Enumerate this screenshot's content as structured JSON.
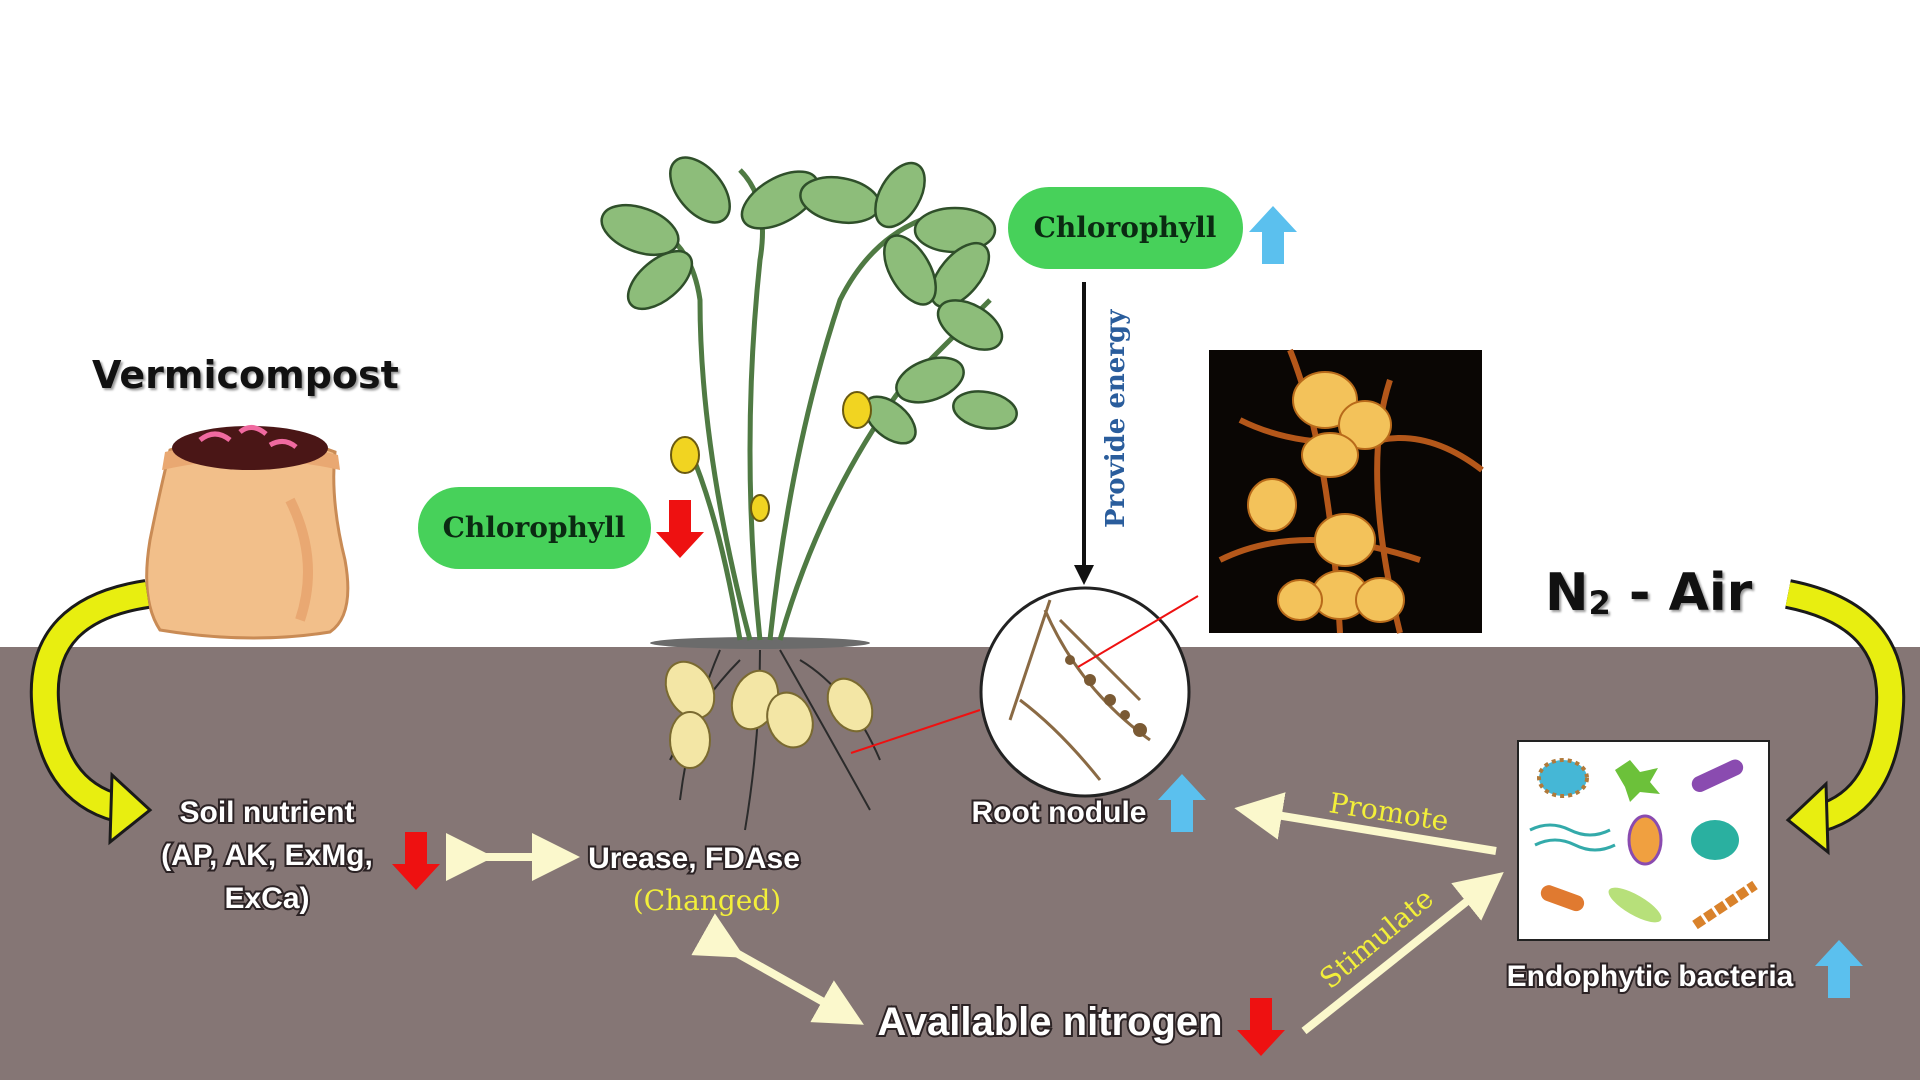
{
  "title_vermicompost": "Vermicompost",
  "n2_air": {
    "n": "N",
    "sub": "2",
    "rest": " - Air"
  },
  "chlorophyll_top": {
    "label": "Chlorophyll",
    "trend": "up"
  },
  "chlorophyll_left": {
    "label": "Chlorophyll",
    "trend": "down"
  },
  "provide_energy": "Provide energy",
  "soil_nutrient": {
    "lines": [
      "Soil nutrient",
      "(AP, AK, ExMg,",
      "ExCa)"
    ],
    "trend": "down"
  },
  "enzymes": {
    "label": "Urease, FDAse",
    "note": "(Changed)"
  },
  "available_nitrogen": {
    "label": "Available nitrogen",
    "trend": "down"
  },
  "root_nodule": {
    "label": "Root nodule",
    "trend": "up"
  },
  "endophytic_bacteria": {
    "label": "Endophytic bacteria",
    "trend": "up"
  },
  "relations": {
    "promote": "Promote",
    "stimulate": "Stimulate"
  },
  "colors": {
    "soil": "#857675",
    "pill": "#47d15a",
    "up_arrow": "#5bc0ee",
    "down_arrow": "#ee1111",
    "yellow_arrow": "#e8ee10",
    "cream_arrow": "#fbf8cc"
  }
}
